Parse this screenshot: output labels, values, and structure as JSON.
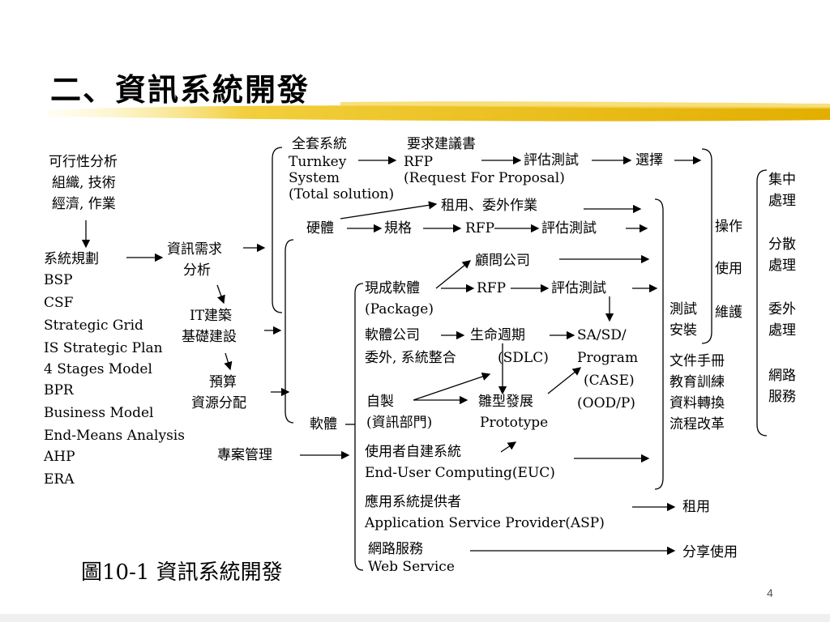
{
  "slide": {
    "title": "二、資訊系統開發",
    "caption": "圖10-1 資訊系統開發",
    "page_number": "4",
    "accent_color": "#e8b800"
  },
  "left": {
    "feasibility": [
      "可行性分析",
      "組織, 技術",
      "經濟, 作業"
    ],
    "planning_title": "系統規劃",
    "planning_methods": [
      "BSP",
      "CSF",
      "Strategic Grid",
      "IS Strategic Plan",
      "4 Stages Model",
      "BPR",
      "Business Model",
      "End-Means Analysis",
      "AHP",
      "ERA"
    ]
  },
  "middle": {
    "needs": [
      "資訊需求",
      "分析"
    ],
    "it": [
      "IT建築",
      "基礎建設"
    ],
    "budget": [
      "預算",
      "資源分配"
    ],
    "project": "專案管理"
  },
  "branches": {
    "hardware": "硬體",
    "software": "軟體",
    "turnkey": [
      "全套系統",
      "Turnkey",
      "System",
      "(Total solution)"
    ],
    "rfp_title": "要求建議書",
    "rfp": "RFP",
    "rfp_full": "(Request For Proposal)",
    "evaluate": "評估測試",
    "select": "選擇",
    "lease_outsource": "租用、委外作業",
    "spec": "規格",
    "package": [
      "現成軟體",
      "(Package)"
    ],
    "consultant": "顧問公司",
    "sw_company": [
      "軟體公司",
      "委外, 系統整合"
    ],
    "lifecycle": [
      "生命週期",
      "(SDLC)"
    ],
    "sa": [
      "SA/SD/",
      "Program",
      "(CASE)",
      "(OOD/P)"
    ],
    "self_made": [
      "自製",
      "(資訊部門)"
    ],
    "prototype": [
      "雛型發展",
      "Prototype"
    ],
    "euc": [
      "使用者自建系統",
      "End-User Computing(EUC)"
    ],
    "asp": [
      "應用系統提供者",
      "Application Service Provider(ASP)"
    ],
    "web": [
      "網路服務",
      "Web Service"
    ],
    "lease": "租用",
    "share": "分享使用"
  },
  "right": {
    "test_install": [
      "測試",
      "安裝"
    ],
    "operate": "操作",
    "use": "使用",
    "maintain": "維護",
    "docs": [
      "文件手冊",
      "教育訓練",
      "資料轉換",
      "流程改革"
    ],
    "processing": [
      [
        "集中",
        "處理"
      ],
      [
        "分散",
        "處理"
      ],
      [
        "委外",
        "處理"
      ],
      [
        "網路",
        "服務"
      ]
    ]
  }
}
